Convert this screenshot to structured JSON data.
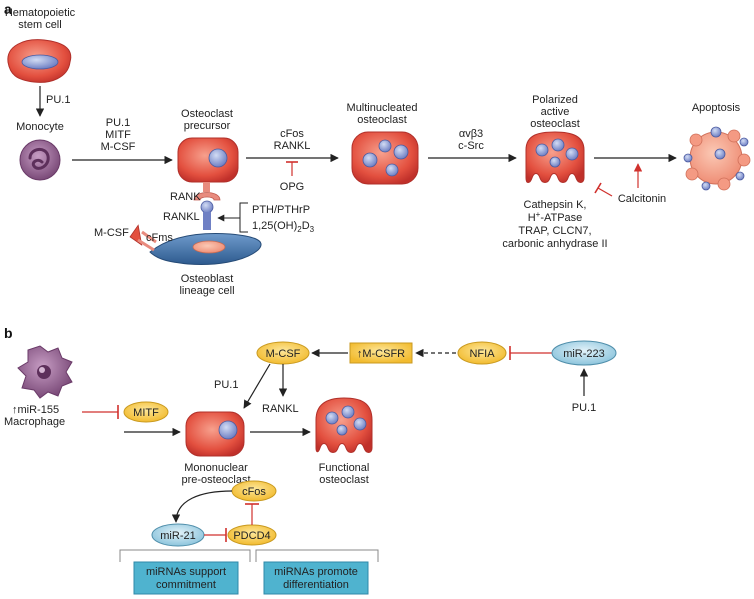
{
  "panel_a": {
    "label": "a",
    "hsc": [
      "Hematopoietic",
      "stem cell"
    ],
    "pu1": "PU.1",
    "monocyte": "Monocyte",
    "factors1": [
      "PU.1",
      "MITF",
      "M-CSF"
    ],
    "precursor": [
      "Osteoclast",
      "precursor"
    ],
    "factors2": [
      "cFos",
      "RANKL"
    ],
    "opg": "OPG",
    "multinucleated": [
      "Multinucleated",
      "osteoclast"
    ],
    "integrin": [
      "αvβ3",
      "c-Src"
    ],
    "polarized": [
      "Polarized",
      "active",
      "osteoclast"
    ],
    "apoptosis": "Apoptosis",
    "rank": "RANK",
    "rankl": "RANKL",
    "pth": "PTH/PTHrP",
    "vitd": "1,25(OH)",
    "vitd_sub": "2",
    "vitd_d": "D",
    "vitd_sub2": "3",
    "mcsf": "M-CSF",
    "cfms": "cFms",
    "osteoblast": [
      "Osteoblast",
      "lineage cell"
    ],
    "enzymes_line1": "Cathepsin K,",
    "enzymes_h": "H",
    "enzymes_plus": "+",
    "enzymes_atp": "-ATPase",
    "enzymes_rest": [
      "TRAP, CLCN7,",
      "carbonic anhydrase II"
    ],
    "calcitonin": "Calcitonin"
  },
  "panel_b": {
    "label": "b",
    "mir155": "miR-155",
    "macrophage": "Macrophage",
    "mitf": "MITF",
    "mcsf": "M-CSF",
    "mcsfr": "M-CSFR",
    "nfia": "NFIA",
    "mir223": "miR-223",
    "pu1_left": "PU.1",
    "pu1_right": "PU.1",
    "rankl": "RANKL",
    "mononuclear": [
      "Mononuclear",
      "pre-osteoclast"
    ],
    "functional": [
      "Functional",
      "osteoclast"
    ],
    "cfos": "cFos",
    "mir21": "miR-21",
    "pdcd4": "PDCD4",
    "box_left": [
      "miRNAs support",
      "commitment"
    ],
    "box_right": [
      "miRNAs promote",
      "differentiation"
    ]
  },
  "colors": {
    "cell_red": "#e0453a",
    "nucleus_blue": "#8f9fd6",
    "yellow": "#f5c542",
    "lightblue": "#a8d4e6",
    "teal_box": "#4fb3cf",
    "inhibit_red": "#d0312d",
    "monocyte_purple": "#8d5d8c",
    "osteoblast_blue": "#3d6ea3"
  }
}
